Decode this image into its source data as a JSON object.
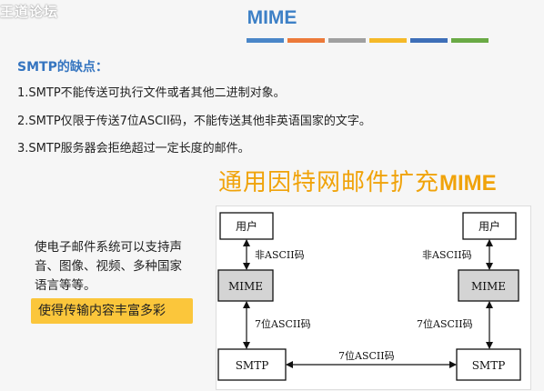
{
  "watermark": "王道论坛",
  "title": "MIME",
  "title_bar_colors": [
    "#4a86c8",
    "#ec7a3a",
    "#a0a0a0",
    "#f5b928",
    "#3e6fb8",
    "#6aaa45"
  ],
  "smtp_heading": "SMTP的缺点：",
  "smtp_points": [
    "1.SMTP不能传送可执行文件或者其他二进制对象。",
    "2.SMTP仅限于传送7位ASCII码，不能传送其他非英语国家的文字。",
    "3.SMTP服务器会拒绝超过一定长度的邮件。"
  ],
  "section_title": {
    "cn": "通用因特网邮件扩充",
    "en": "MIME"
  },
  "description": "使电子邮件系统可以支持声音、图像、视频、多种国家语言等等。",
  "highlight": "使得传输内容丰富多彩",
  "diagram": {
    "left_user": "用户",
    "right_user": "用户",
    "left_mime": "MIME",
    "right_mime": "MIME",
    "left_smtp": "SMTP",
    "right_smtp": "SMTP",
    "left_upper_arrow": "非ASCII码",
    "right_upper_arrow": "非ASCII码",
    "left_lower_arrow": "7位ASCII码",
    "right_lower_arrow": "7位ASCII码",
    "middle_arrow": "7位ASCII码"
  },
  "colors": {
    "accent": "#3d80c6",
    "orange": "#f0a30a",
    "highlight": "#fbc63b",
    "mime_box": "#d4d4d4"
  }
}
